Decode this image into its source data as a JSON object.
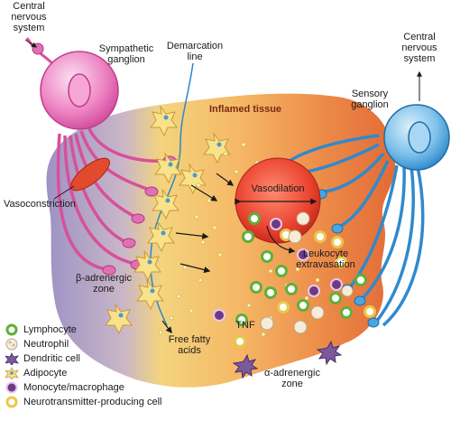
{
  "labels": {
    "cns_left": "Central\nnervous\nsystem",
    "sympathetic_ganglion": "Sympathetic\nganglion",
    "demarcation_line": "Demarcation\nline",
    "inflamed_tissue": "Inflamed tissue",
    "cns_right": "Central\nnervous\nsystem",
    "sensory_ganglion": "Sensory\nganglion",
    "vasoconstriction": "Vasoconstriction",
    "vasodilation": "Vasodilation",
    "leukocyte_extravasation": "Leukocyte\nextravasation",
    "beta_zone": "β-adrenergic\nzone",
    "tnf": "TNF",
    "free_fatty_acids": "Free fatty\nacids",
    "alpha_zone": "α-adrenergic\nzone"
  },
  "legend": [
    {
      "label": "Lymphocyte",
      "icon": "lymphocyte-icon"
    },
    {
      "label": "Neutrophil",
      "icon": "neutrophil-icon"
    },
    {
      "label": "Dendritic cell",
      "icon": "dendritic-cell-icon"
    },
    {
      "label": "Adipocyte",
      "icon": "adipocyte-icon"
    },
    {
      "label": "Monocyte/macrophage",
      "icon": "monocyte-icon"
    },
    {
      "label": "Neurotransmitter-producing cell",
      "icon": "neurotransmitter-cell-icon"
    }
  ],
  "colors": {
    "sympathetic": "#e05aa8",
    "sensory": "#3a9ad8",
    "tissue_left": "#9a8cc0",
    "tissue_mid": "#f2c46a",
    "tissue_right": "#e8763a",
    "vessel": "#e23a28",
    "lymphocyte": "#6cbc3c",
    "neurotransmitter": "#e8d050"
  }
}
